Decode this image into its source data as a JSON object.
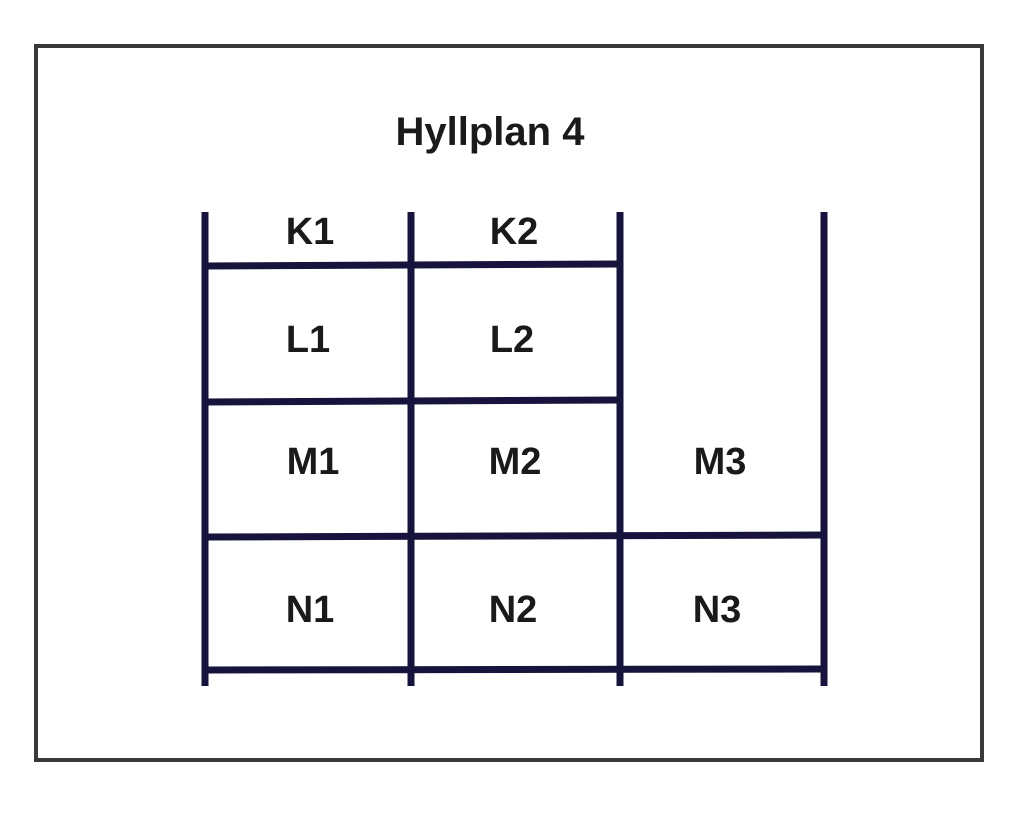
{
  "title": "Hyllplan 4",
  "colors": {
    "frame_border": "#3a3838",
    "shelf_lines": "#16133c",
    "label_text": "#1a1a1a"
  },
  "cells": {
    "K1": "K1",
    "K2": "K2",
    "L1": "L1",
    "L2": "L2",
    "M1": "M1",
    "M2": "M2",
    "M3": "M3",
    "N1": "N1",
    "N2": "N2",
    "N3": "N3"
  }
}
